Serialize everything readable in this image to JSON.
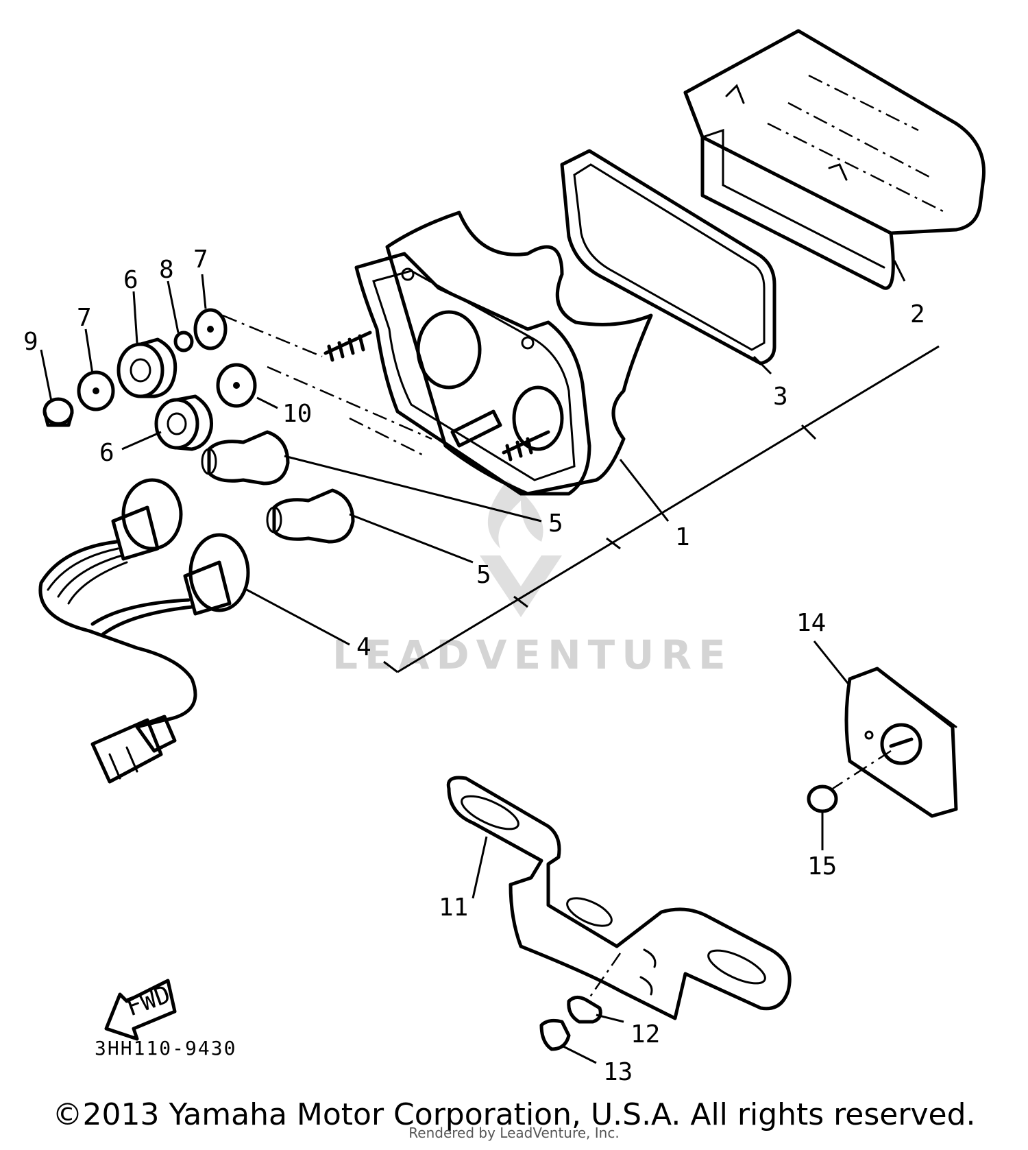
{
  "diagram": {
    "callouts": [
      {
        "id": "c1",
        "text": "1"
      },
      {
        "id": "c2",
        "text": "2"
      },
      {
        "id": "c3",
        "text": "3"
      },
      {
        "id": "c4",
        "text": "4"
      },
      {
        "id": "c5a",
        "text": "5"
      },
      {
        "id": "c5b",
        "text": "5"
      },
      {
        "id": "c6a",
        "text": "6"
      },
      {
        "id": "c6b",
        "text": "6"
      },
      {
        "id": "c7a",
        "text": "7"
      },
      {
        "id": "c7b",
        "text": "7"
      },
      {
        "id": "c8",
        "text": "8"
      },
      {
        "id": "c9",
        "text": "9"
      },
      {
        "id": "c10",
        "text": "10"
      },
      {
        "id": "c11",
        "text": "11"
      },
      {
        "id": "c12",
        "text": "12"
      },
      {
        "id": "c13",
        "text": "13"
      },
      {
        "id": "c14",
        "text": "14"
      },
      {
        "id": "c15",
        "text": "15"
      }
    ],
    "fwd_label": "FWD",
    "reference_code": "3HH110-9430",
    "watermark": "LEADVENTURE"
  },
  "footer": {
    "copyright": "©2013 Yamaha Motor Corporation, U.S.A. All rights reserved.",
    "rendered_by": "Rendered by LeadVenture, Inc."
  }
}
